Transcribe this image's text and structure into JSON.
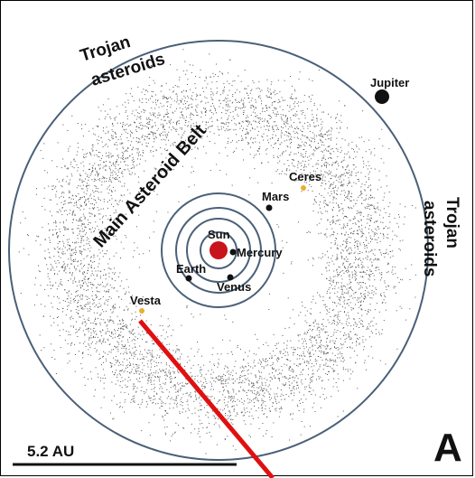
{
  "labels": {
    "trojan_top_1": "Trojan",
    "trojan_top_2": "asteroids",
    "trojan_right_1": "Trojan",
    "trojan_right_2": "asteroids",
    "jupiter": "Jupiter",
    "ceres": "Ceres",
    "mars": "Mars",
    "belt": "Main Asteroid Belt",
    "sun": "Sun",
    "mercury": "Mercury",
    "earth": "Earth",
    "venus": "Venus",
    "vesta": "Vesta",
    "scale": "5.2 AU",
    "panel": "A"
  },
  "colors": {
    "orbit": "#4a6078",
    "sun": "#c8141c",
    "asteroid_dot": "#555555",
    "dwarf_planet": "#e8b030",
    "pointer": "#e01010",
    "planet": "#111111"
  }
}
